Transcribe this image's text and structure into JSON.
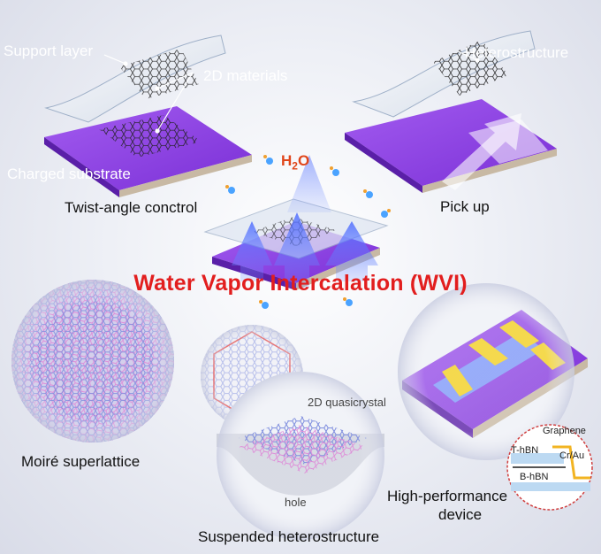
{
  "labels": {
    "support_layer": "Support layer",
    "two_d_materials": "2D materials",
    "charged_substrate": "Charged substrate",
    "heterostructure": "Heterostructure",
    "twist_angle": "Twist-angle conctrol",
    "pick_up": "Pick up",
    "h2o_main": "H",
    "h2o_sub": "2",
    "h2o_tail": "O",
    "title": "Water Vapor Intercalation (WVI)",
    "moire": "Moiré superlattice",
    "quasicrystal": "2D quasicrystal",
    "hole": "hole",
    "suspended": "Suspended heterostructure",
    "device_line1": "High-performance",
    "device_line2": "device",
    "graphene": "Graphene",
    "t_hbn": "T-hBN",
    "cr_au": "Cr/Au",
    "b_hbn": "B-hBN"
  },
  "colors": {
    "title": "#e21e1e",
    "substrate": "#8a3fe0",
    "water": "#e0461a"
  }
}
